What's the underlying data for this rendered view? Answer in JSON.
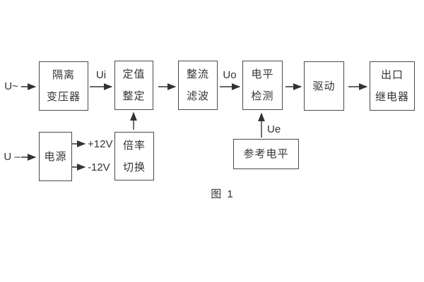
{
  "figure": {
    "caption": "图 1",
    "colors": {
      "background": "#ffffff",
      "line": "#4a4a4a",
      "text": "#333333"
    }
  },
  "diagram": {
    "inputs": {
      "ac": "U~",
      "dc": "U –"
    },
    "signals": {
      "ui": "Ui",
      "uo": "Uo",
      "ue": "Ue"
    },
    "power_rails": {
      "positive": "+12V",
      "negative": "-12V"
    },
    "blocks": {
      "isolation_transformer": {
        "lines": [
          "隔离",
          "变压器"
        ]
      },
      "setting_adjust": {
        "lines": [
          "定值",
          "整定"
        ]
      },
      "rectifier_filter": {
        "lines": [
          "整流",
          "滤波"
        ]
      },
      "level_detector": {
        "lines": [
          "电平",
          "检测"
        ]
      },
      "driver": {
        "lines": [
          "驱动"
        ]
      },
      "output_relay": {
        "lines": [
          "出口",
          "继电器"
        ]
      },
      "power_supply": {
        "lines": [
          "电源"
        ]
      },
      "ratio_switch": {
        "lines": [
          "倍率",
          "切换"
        ]
      },
      "reference_level": {
        "lines": [
          "参考电平"
        ]
      }
    }
  }
}
